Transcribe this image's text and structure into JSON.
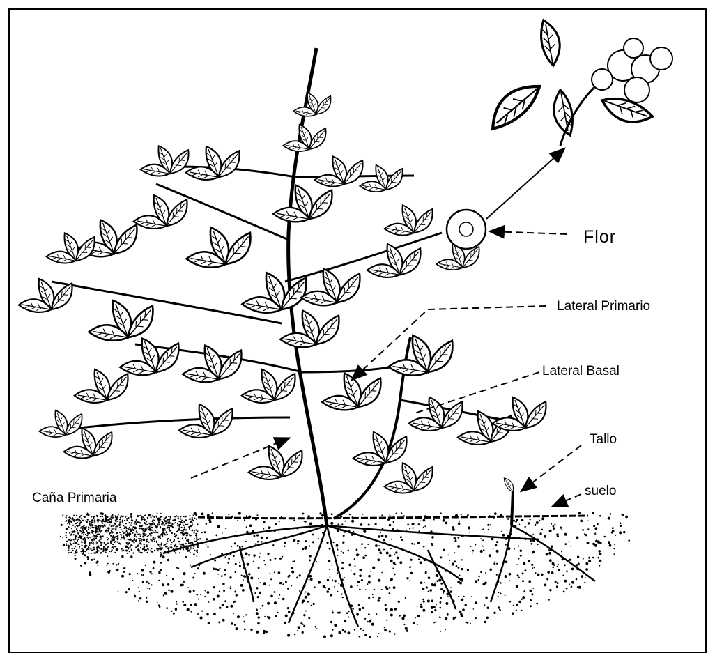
{
  "labels": {
    "flor": "Flor",
    "lateral_primario": "Lateral Primario",
    "lateral_basal": "Lateral Basal",
    "tallo": "Tallo",
    "suelo": "suelo",
    "cana_primaria": "Caña Primaria"
  },
  "colors": {
    "ink": "#000000",
    "paper": "#ffffff"
  }
}
